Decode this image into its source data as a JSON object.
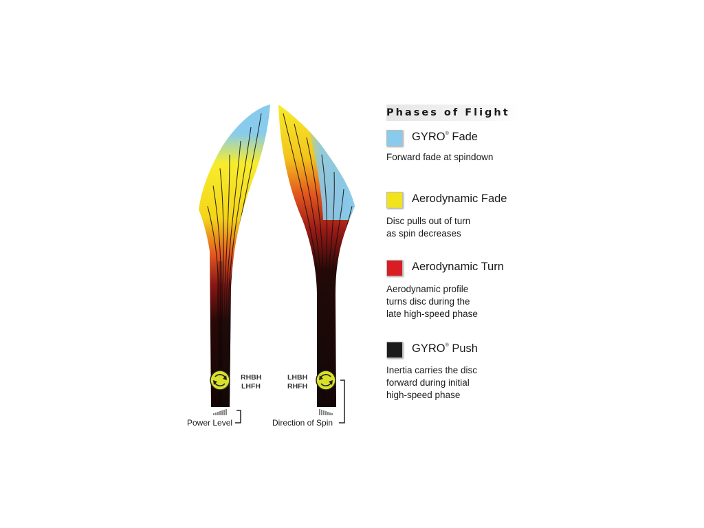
{
  "legend": {
    "title": "Phases of Flight",
    "items": [
      {
        "name": "GYRO",
        "suffix": "Fade",
        "registered": true,
        "color": "#88cbec",
        "description": [
          "Forward fade at spindown"
        ]
      },
      {
        "name": "Aerodynamic Fade",
        "suffix": "",
        "registered": false,
        "color": "#f2e41c",
        "description": [
          "Disc pulls out of turn",
          "as spin decreases"
        ]
      },
      {
        "name": "Aerodynamic Turn",
        "suffix": "",
        "registered": false,
        "color": "#d81e24",
        "description": [
          "Aerodynamic profile",
          "turns disc during the",
          "late high-speed phase"
        ]
      },
      {
        "name": "GYRO",
        "suffix": "Push",
        "registered": true,
        "color": "#1c1c1c",
        "description": [
          "Inertia carries the disc",
          "forward during initial",
          "high-speed phase"
        ]
      }
    ]
  },
  "left_path": {
    "throw_labels": [
      "RHBH",
      "LHFH"
    ],
    "caption": "Power Level",
    "spin_icon": "clockwise-spin-icon"
  },
  "right_path": {
    "throw_labels": [
      "LHBH",
      "RHFH"
    ],
    "caption": "Direction of Spin",
    "spin_icon": "counterclockwise-spin-icon"
  }
}
